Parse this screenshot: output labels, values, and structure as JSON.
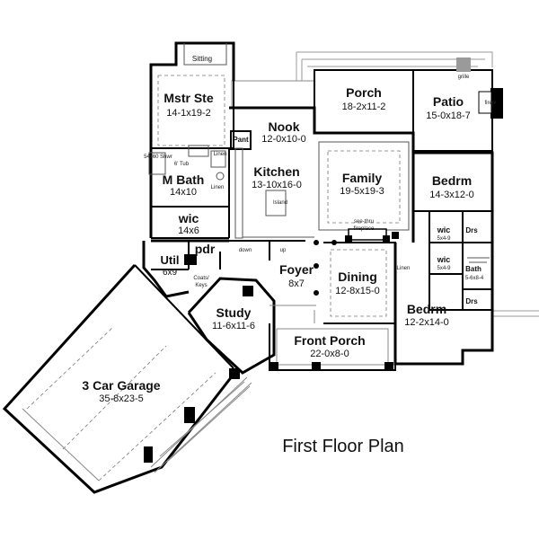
{
  "plan_title": "First Floor Plan",
  "rooms": {
    "sitting": {
      "name": "Sitting"
    },
    "mstr_ste": {
      "name": "Mstr Ste",
      "dims": "14-1x19-2"
    },
    "porch": {
      "name": "Porch",
      "dims": "18-2x11-2"
    },
    "patio": {
      "name": "Patio",
      "dims": "15-0x18-7"
    },
    "nook": {
      "name": "Nook",
      "dims": "12-0x10-0"
    },
    "pant": {
      "name": "Pant"
    },
    "kitchen": {
      "name": "Kitchen",
      "dims": "13-10x16-0"
    },
    "family": {
      "name": "Family",
      "dims": "19-5x19-3"
    },
    "m_bath": {
      "name": "M Bath",
      "dims": "14x10"
    },
    "wic_master": {
      "name": "wic",
      "dims": "14x6"
    },
    "bedrm_upper": {
      "name": "Bedrm",
      "dims": "14-3x12-0"
    },
    "wic_a": {
      "name": "wic",
      "dims": "5x4-9"
    },
    "wic_b": {
      "name": "wic",
      "dims": "5x4-9"
    },
    "drs_a": {
      "name": "Drs"
    },
    "drs_b": {
      "name": "Drs"
    },
    "bath": {
      "name": "Bath",
      "dims": "5-6x8-4"
    },
    "pdr": {
      "name": "pdr"
    },
    "util": {
      "name": "Util",
      "dims": "6x9"
    },
    "foyer": {
      "name": "Foyer",
      "dims": "8x7"
    },
    "dining": {
      "name": "Dining",
      "dims": "12-8x15-0"
    },
    "study": {
      "name": "Study",
      "dims": "11-6x11-6"
    },
    "bedrm_lower": {
      "name": "Bedrm",
      "dims": "12-2x14-0"
    },
    "front_porch": {
      "name": "Front Porch",
      "dims": "22-0x8-0"
    },
    "garage": {
      "name": "3 Car Garage",
      "dims": "35-8x23-5"
    }
  },
  "notes": {
    "grille": "grille",
    "firepl": "firepl",
    "shwr": "54x60 Shwr",
    "tub": "6' Tub",
    "linen_master": "Linen",
    "linen_bath": "Linen",
    "linen_hall": "Linen",
    "island": "Island",
    "see_thru": "see-thru",
    "fireplace": "fireplace",
    "down": "down",
    "up": "up",
    "coats": "Coats/",
    "keys": "Keys"
  }
}
